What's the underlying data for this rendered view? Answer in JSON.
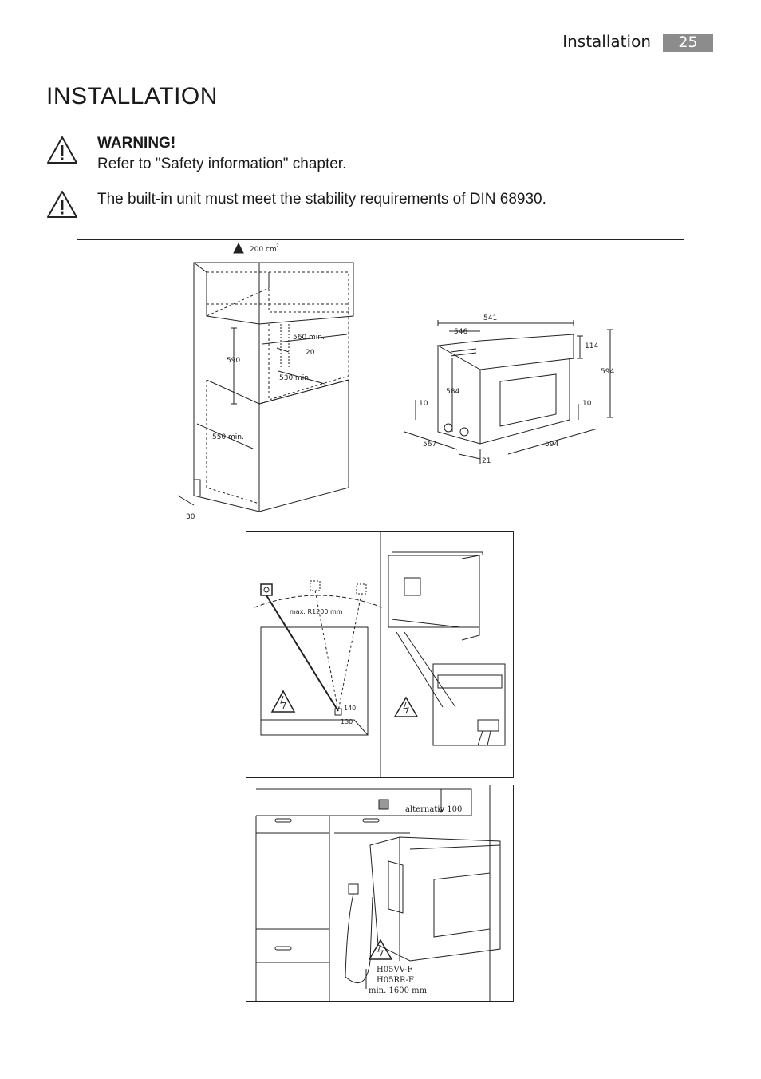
{
  "header": {
    "section": "Installation",
    "page_number": "25"
  },
  "title": "INSTALLATION",
  "warnings": [
    {
      "heading": "WARNING!",
      "text": "Refer to \"Safety information\" chapter."
    },
    {
      "text": "The built-in unit must meet the stability requirements of DIN 68930."
    }
  ],
  "figure1": {
    "vent": "200 cm",
    "vent_sup": "2",
    "dims": {
      "d560": "560 min.",
      "d20": "20",
      "d590": "590",
      "d530": "530 min.",
      "d550": "550 min.",
      "d30": "30",
      "d541": "541",
      "d546": "546",
      "d114": "114",
      "d594a": "594",
      "d584": "584",
      "d10a": "10",
      "d10b": "10",
      "d567": "567",
      "d594b": "594",
      "d21": "21"
    }
  },
  "figure2": {
    "radius": "max. R1200 mm",
    "d140": "140",
    "d130": "130"
  },
  "figure3": {
    "alt": "alternativ 100",
    "cable1": "H05VV-F",
    "cable2": "H05RR-F",
    "cable_len": "min. 1600 mm"
  }
}
